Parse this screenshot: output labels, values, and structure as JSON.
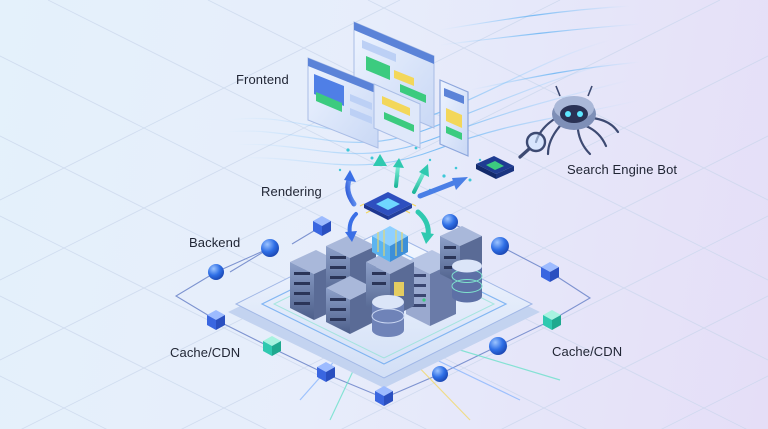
{
  "labels": {
    "frontend": "Frontend",
    "rendering": "Rendering",
    "backend": "Backend",
    "cache_left": "Cache/CDN",
    "cache_right": "Cache/CDN",
    "search_bot": "Search Engine Bot"
  },
  "icons": [
    "frontend-screens",
    "render-chip",
    "server-rack",
    "database-cylinder",
    "cache-cube",
    "network-node",
    "spider-bot",
    "magnifier-icon",
    "data-chip"
  ],
  "colors": {
    "accent_blue": "#2f6fe6",
    "teal": "#2fc9b0",
    "green": "#3ccb7f",
    "yellow": "#f3d75a",
    "server": "#6e7fa6"
  }
}
